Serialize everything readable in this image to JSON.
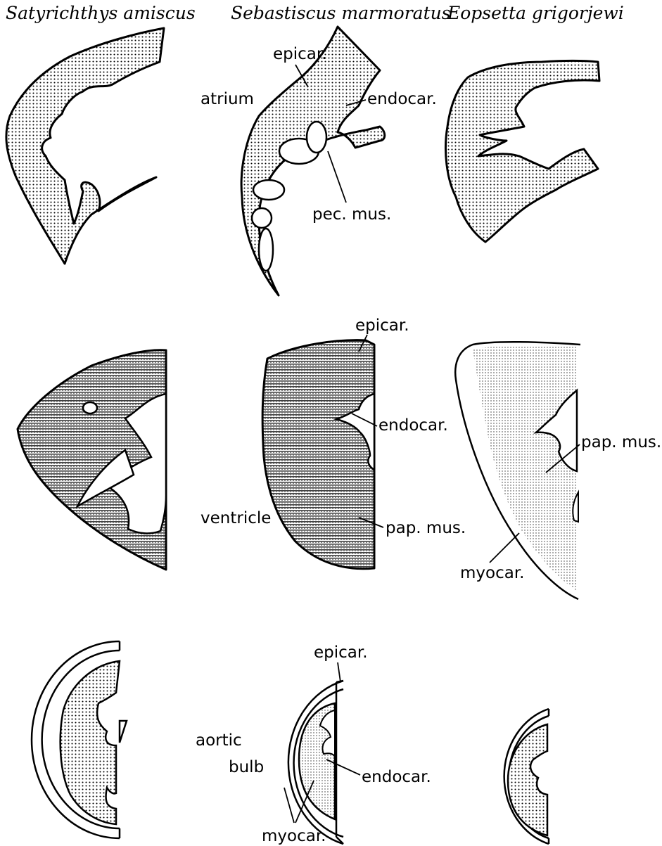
{
  "species": {
    "s1": "Satyrichthys amiscus",
    "s2": "Sebastiscus marmoratus",
    "s3": "Eopsetta grigorjewi"
  },
  "labels": {
    "atrium": "atrium",
    "atrium_epicar": "epicar.",
    "atrium_endocar": "endocar.",
    "atrium_pecmus": "pec. mus.",
    "ventricle": "ventricle",
    "ventricle_epicar": "epicar.",
    "ventricle_endocar": "endocar.",
    "ventricle_papmus": "pap. mus.",
    "ventricle_papmus_right": "pap. mus.",
    "ventricle_myocar_right": "myocar.",
    "aortic": "aortic",
    "bulb": "bulb",
    "bulb_epicar": "epicar.",
    "bulb_endocar": "endocar.",
    "bulb_myocar": "myocar."
  },
  "colors": {
    "ink": "#000000",
    "paper": "#ffffff"
  }
}
